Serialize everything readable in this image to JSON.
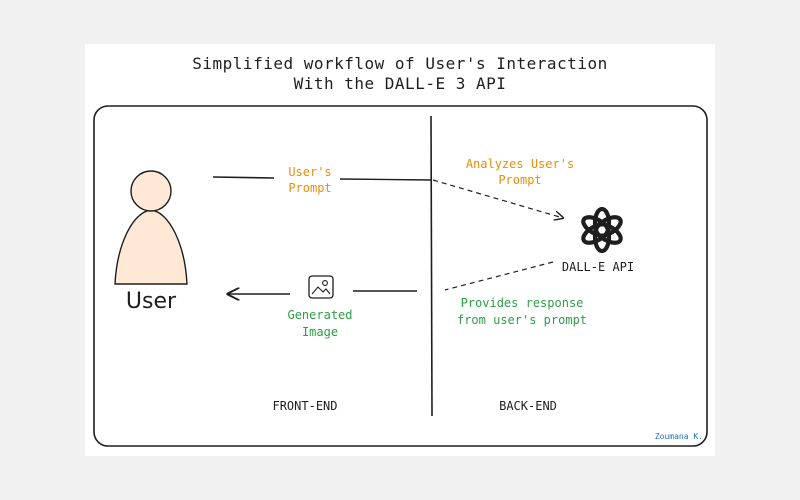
{
  "title": {
    "line1": "Simplified workflow of User's Interaction",
    "line2": "With the DALL-E 3 API"
  },
  "user": {
    "label": "User",
    "icon": "person-icon"
  },
  "edges": {
    "users_prompt": {
      "line1": "User's",
      "line2": "Prompt"
    },
    "analyzes": {
      "line1": "Analyzes User's",
      "line2": "Prompt"
    },
    "provides": {
      "line1": "Provides response",
      "line2": "from user's prompt"
    },
    "generated": {
      "line1": "Generated",
      "line2": "Image"
    }
  },
  "api": {
    "label": "DALL-E API",
    "icon": "openai-logo-icon"
  },
  "image_icon": "image-icon",
  "sections": {
    "front": "FRONT-END",
    "back": "BACK-END"
  },
  "credit": "Zoumana K.",
  "colors": {
    "ink": "#1e1e1e",
    "orange": "#e6900a",
    "green": "#2f9e44",
    "person_fill": "#ffe8d6",
    "credit_blue": "#1971c2"
  }
}
